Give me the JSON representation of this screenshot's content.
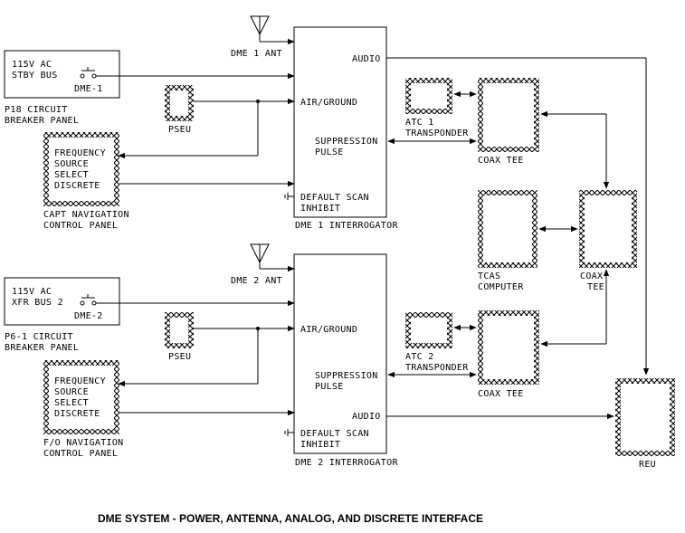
{
  "title": "DME SYSTEM - POWER, ANTENNA, ANALOG, AND DISCRETE INTERFACE",
  "dme1": {
    "ant": "DME 1 ANT",
    "interrogator": "DME 1 INTERROGATOR",
    "audio": "AUDIO",
    "air_ground": "AIR/GROUND",
    "suppression_1": "SUPPRESSION",
    "suppression_2": "PULSE",
    "default_scan_1": "DEFAULT SCAN",
    "default_scan_2": "INHIBIT",
    "power_1": "115V AC",
    "power_2": "STBY BUS",
    "breaker": "DME-1",
    "panel_1": "P18 CIRCUIT",
    "panel_2": "BREAKER PANEL",
    "pseu": "PSEU",
    "freq_1": "FREQUENCY",
    "freq_2": "SOURCE",
    "freq_3": "SELECT",
    "freq_4": "DISCRETE",
    "nav_1": "CAPT NAVIGATION",
    "nav_2": "CONTROL PANEL",
    "atc_1": "ATC 1",
    "atc_2": "TRANSPONDER",
    "coax": "COAX TEE"
  },
  "dme2": {
    "ant": "DME 2 ANT",
    "interrogator": "DME 2 INTERROGATOR",
    "audio": "AUDIO",
    "air_ground": "AIR/GROUND",
    "suppression_1": "SUPPRESSION",
    "suppression_2": "PULSE",
    "default_scan_1": "DEFAULT SCAN",
    "default_scan_2": "INHIBIT",
    "power_1": "115V AC",
    "power_2": "XFR BUS 2",
    "breaker": "DME-2",
    "panel_1": "P6-1 CIRCUIT",
    "panel_2": "BREAKER PANEL",
    "pseu": "PSEU",
    "freq_1": "FREQUENCY",
    "freq_2": "SOURCE",
    "freq_3": "SELECT",
    "freq_4": "DISCRETE",
    "nav_1": "F/O NAVIGATION",
    "nav_2": "CONTROL PANEL",
    "atc_1": "ATC 2",
    "atc_2": "TRANSPONDER",
    "coax": "COAX TEE"
  },
  "tcas": {
    "line1": "TCAS",
    "line2": "COMPUTER"
  },
  "coax_right": {
    "line1": "COAX",
    "line2": "TEE"
  },
  "reu": "REU"
}
